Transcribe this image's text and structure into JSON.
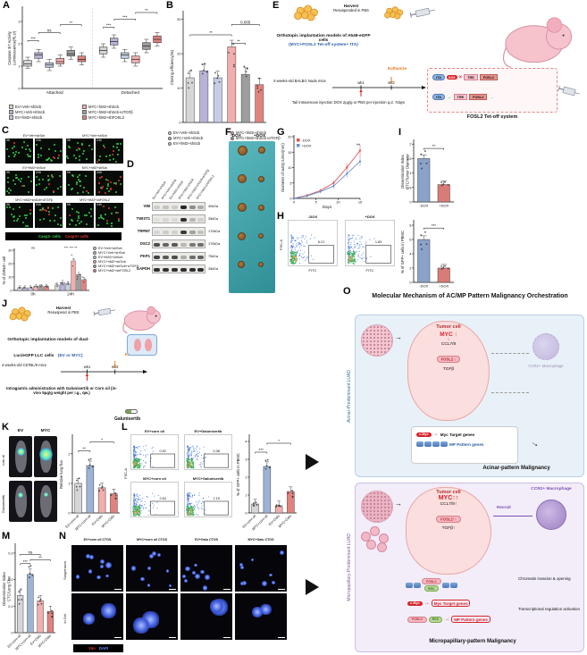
{
  "groups6": [
    {
      "label": "EV+Veh+shScb",
      "color": "#d6d6d6"
    },
    {
      "label": "MYC+Veh+shScb",
      "color": "#b9b3d8"
    },
    {
      "label": "EV+hM2+shScb",
      "color": "#c4cde4"
    },
    {
      "label": "MYC+hM2+shScb",
      "color": "#f2aeae"
    },
    {
      "label": "MYC+hM2+shScb+αTGFβ",
      "color": "#9e9e9e"
    },
    {
      "label": "MYC+hM2+shFOSL2",
      "color": "#e2827d"
    }
  ],
  "colors4": [
    "#d6d6d6",
    "#9db3d6",
    "#f2aeae",
    "#e2827d"
  ],
  "panelA": {
    "label": "A"
  },
  "panelB": {
    "label": "B"
  },
  "panelC": {
    "label": "C",
    "conditions": [
      "EV+Veh+shScb",
      "MYC+Veh+shScb",
      "EV+hM2+shScb",
      "MYC+hM2+shScb",
      "MYC+hM2+shScb+αTGFβ",
      "MYC+hM2+shFOSL2"
    ],
    "timepoints": [
      "0h",
      "24h"
    ],
    "legend_neg": "Casp3- cells",
    "legend_pos": "Casp3+ cells",
    "ylabel": "% of dsRed+ cell"
  },
  "panelD": {
    "label": "D",
    "lanes": [
      "EV+Veh+shScb",
      "MYC+Veh+shScb",
      "EV+hM2+shScb",
      "MYC+hM2+shScb",
      "MYC+hM2+shScb+αTGFβ",
      "MYC+hM2+shFOSL2"
    ],
    "rows": [
      {
        "name": "VIM",
        "kda": "40kDa",
        "bands": [
          0.15,
          0.2,
          0.15,
          0.95,
          0.45,
          0.3
        ]
      },
      {
        "name": "TWIST1",
        "kda": "35kDa",
        "bands": [
          0.05,
          0.1,
          0.08,
          0.9,
          0.25,
          0.12
        ]
      },
      {
        "name": "TRPM7",
        "kda": "170kDa",
        "bands": [
          0.1,
          0.15,
          0.12,
          0.85,
          0.35,
          0.2
        ]
      },
      {
        "name": "DSC2",
        "kda": "170kDa",
        "bands": [
          0.75,
          0.65,
          0.7,
          0.25,
          0.55,
          0.6
        ]
      },
      {
        "name": "PKP1",
        "kda": "75kDa",
        "bands": [
          0.8,
          0.7,
          0.75,
          0.3,
          0.6,
          0.65
        ]
      },
      {
        "name": "GAPDH",
        "kda": "35kDa",
        "bands": [
          0.9,
          0.9,
          0.9,
          0.9,
          0.9,
          0.9
        ]
      }
    ]
  },
  "panelE": {
    "label": "E",
    "bold1": "Orthotopic implantation models of A549-eGFP cells",
    "bold2": "(MYC+FOSL2 Tet-off system+ tTA)",
    "mice": "4-weeks-old BALB/c Nude mice",
    "harvest": "Harvest",
    "resuspend": "Resuspended in PBS",
    "euthanize": "Euthanize",
    "wk1": "wk1",
    "wk2": "wk2",
    "injection": "Tail intravenous injection DOX 2μg/g or PBS per injection q.d. 7days",
    "tet_caption": "FOSL2 Tet-off system",
    "tre": "TRE",
    "fosl2": "FOSL2",
    "tta": "tTA",
    "dox": "DOX"
  },
  "panelF": {
    "label": "F",
    "col1": "-DOX",
    "col2": "+DOX"
  },
  "panelG": {
    "label": "G"
  },
  "panelH": {
    "label": "H",
    "xlabel": "FITC",
    "ylabel": "FSC-A",
    "panels": [
      {
        "title": "-DOX",
        "gate": "6.21"
      },
      {
        "title": "+DOX",
        "gate": "1.83"
      }
    ]
  },
  "panelI": {
    "label": "I"
  },
  "panelJ": {
    "label": "J",
    "harvest": "Harvest",
    "resuspend": "Resuspend in PBS",
    "bold1": "Orthotopic implantation models of dual-Luc/eGFP LLC cells",
    "bold2": "(EV or MYC)",
    "mice": "4-weeks-old C57BL/6 mice",
    "wk1": "wk1",
    "wk2": "wk2",
    "euthanize": "Euthanize",
    "admin": "Intragastric administration with Galunisertib or Corn oil (in-vivo 5μg/g weight per i.g., qw.)",
    "drug": "Galunisertib"
  },
  "panelK": {
    "label": "K",
    "cols": [
      "EV",
      "MYC"
    ],
    "rows": [
      "corn oil",
      "Galunisertib"
    ]
  },
  "panelL": {
    "label": "L",
    "ylabel": "FSC-A",
    "flow": [
      {
        "title": "EV+corn oil",
        "gate": "0.52"
      },
      {
        "title": "EV+Galunisertib",
        "gate": "0.38"
      },
      {
        "title": "MYC+corn oil",
        "gate": "2.64"
      },
      {
        "title": "MYC+Galunisertib",
        "gate": "1.15"
      }
    ]
  },
  "panelM": {
    "label": "M"
  },
  "panelN": {
    "label": "N",
    "columns": [
      "EV+corn oil CTOS",
      "MYC+corn oil CTOS",
      "EV+Galu CTOS",
      "MYC+Galu CTOS"
    ],
    "rows": [
      "Suspension",
      "In Gel"
    ],
    "legend_vim": "Vim",
    "legend_dapi": "DAPI"
  },
  "panelO": {
    "label": "O",
    "title": "Molecular Mechanism of AC/MP Pattern Malignancy Orchestration",
    "top": {
      "side": "Acinar-Predominant LUAD",
      "tumor_cell": "Tumor cell",
      "myc": "MYC ↑",
      "ccl": "CCL7/8",
      "fosl2": "FOSL2 ↓",
      "tgfb": "TGFβ",
      "macrophage": "CCR2+ Macrophage",
      "cmyc": "c-Myc",
      "myc_genes": "Myc Target genes",
      "mp_genes": "MP Pattern genes",
      "outcome": "Acinar-pattern Malignancy"
    },
    "bottom": {
      "side": "Micropapillary-Predominant LUAD",
      "tumor_cell": "Tumor cell",
      "myc": "MYC↑↑",
      "ccl": "CCL7/8↑",
      "fosl2": "FOSL2↑↑",
      "tgfb": "TGFβ↑",
      "recruit": "Recruit",
      "macrophage": "CCR2+ Macrophage",
      "fosl2_oval": "FOSL2",
      "rsc": "RSC",
      "cmyc": "c-Myc",
      "chromatin": "Chromatin invasion & opening",
      "myc_genes": "Myc Target genes",
      "mp_genes": "MP Pattern genes",
      "transcription": "Transcriptional regulation activation",
      "outcome": "Micropapillary-pattern Malignancy"
    }
  },
  "chart_data": [
    {
      "id": "caspase",
      "type": "box",
      "ylabel": [
        "Caspase 3/7 Activity",
        "Luminescence(RLU)"
      ],
      "ylim": [
        0,
        3.6
      ],
      "yticks": [
        0,
        1,
        2,
        3
      ],
      "group_labels": [
        "Attached",
        "Detached"
      ],
      "colors_ref": "groups6",
      "boxes": [
        [
          [
            0.9,
            1.0,
            1.1,
            1.25,
            1.4
          ],
          [
            1.2,
            1.35,
            1.5,
            1.6,
            1.75
          ],
          [
            0.8,
            0.95,
            1.05,
            1.15,
            1.3
          ],
          [
            1.0,
            1.1,
            1.2,
            1.35,
            1.5
          ],
          [
            1.3,
            1.45,
            1.55,
            1.7,
            1.85
          ],
          [
            1.05,
            1.2,
            1.3,
            1.45,
            1.6
          ]
        ],
        [
          [
            1.4,
            1.55,
            1.7,
            1.85,
            2.0
          ],
          [
            1.8,
            1.95,
            2.1,
            2.25,
            2.4
          ],
          [
            1.2,
            1.35,
            1.5,
            1.6,
            1.75
          ],
          [
            1.0,
            1.15,
            1.3,
            1.45,
            1.6
          ],
          [
            1.6,
            1.75,
            1.9,
            2.05,
            2.2
          ],
          [
            1.9,
            2.05,
            2.2,
            2.35,
            2.5
          ]
        ]
      ],
      "sig": [
        {
          "a": 0,
          "b": 1,
          "y": 2.15,
          "l": "***"
        },
        {
          "a": 1,
          "b": 3,
          "y": 2.5,
          "l": "ns"
        },
        {
          "a": 3,
          "b": 5,
          "y": 2.85,
          "l": "**"
        },
        {
          "a": 6,
          "b": 7,
          "y": 2.75,
          "l": "***"
        },
        {
          "a": 7,
          "b": 9,
          "y": 3.1,
          "l": "***"
        },
        {
          "a": 9,
          "b": 11,
          "y": 3.4,
          "l": "**"
        }
      ]
    },
    {
      "id": "cloning",
      "type": "bar",
      "ylabel": "Cloning efficiency(%)",
      "ylim": [
        0,
        32
      ],
      "yticks": [
        0,
        10,
        20,
        30
      ],
      "values": [
        13,
        15,
        13,
        22,
        14,
        11
      ],
      "colors_ref": "groups6",
      "dots": true,
      "sig": [
        {
          "a": 0,
          "b": 3,
          "y": 25.5,
          "l": "**"
        },
        {
          "a": 3,
          "b": 4,
          "y": 23,
          "l": "**"
        },
        {
          "a": 3,
          "b": 5,
          "y": 28.5,
          "l": "0.005"
        }
      ]
    },
    {
      "id": "dsred",
      "type": "groupbar",
      "ylabel": "% of dsRed+ cell",
      "ylim": [
        0,
        30
      ],
      "yticks": [
        0,
        10,
        20,
        30
      ],
      "groups": [
        "0h",
        "24h"
      ],
      "colors_ref": "groups6",
      "values": [
        [
          2,
          4
        ],
        [
          2,
          6
        ],
        [
          2,
          5
        ],
        [
          3,
          22
        ],
        [
          3,
          12
        ],
        [
          3,
          8
        ]
      ],
      "topnotes": [
        {
          "g": 0,
          "text": "ns"
        },
        {
          "g": 1,
          "text": "***  ***  **"
        }
      ]
    },
    {
      "id": "growth",
      "type": "line",
      "ylabel": "Diameter of subQ tumor(mm)",
      "xlabel": "Days",
      "ylim": [
        0,
        20
      ],
      "yticks": [
        0,
        5,
        10,
        15,
        20
      ],
      "x": [
        0,
        3,
        6,
        9,
        12,
        15
      ],
      "xticks": [
        0,
        5,
        10,
        15
      ],
      "sig": "**",
      "series": [
        {
          "name": "-DOX",
          "color": "#d9534f",
          "values": [
            0,
            1,
            2.5,
            5,
            10,
            15.5
          ]
        },
        {
          "name": "+DOX",
          "color": "#6f8fc9",
          "values": [
            0,
            0.8,
            2.2,
            4,
            8,
            12
          ]
        }
      ]
    },
    {
      "id": "dissem_dox",
      "type": "bar",
      "ylabel": [
        "Dissemination Index",
        "CTC/Tumor Diameter"
      ],
      "ylim": [
        0,
        2.1
      ],
      "yticks": [
        0,
        0.5,
        1,
        1.5,
        2
      ],
      "categories": [
        "-DOX",
        "+DOX"
      ],
      "values": [
        1.5,
        0.6
      ],
      "colors": [
        "#8aa2c8",
        "#d97b76"
      ],
      "dots": true,
      "sig": [
        {
          "a": 0,
          "b": 1,
          "y": 1.85,
          "l": "**"
        }
      ]
    },
    {
      "id": "gfp_dox",
      "type": "bar",
      "ylabel": "% of GFP+ cells in PBMC",
      "ylim": [
        0,
        8.5
      ],
      "yticks": [
        0,
        2,
        4,
        6,
        8
      ],
      "categories": [
        "-DOX",
        "+DOX"
      ],
      "values": [
        6,
        2
      ],
      "colors": [
        "#8aa2c8",
        "#d97b76"
      ],
      "dots": true,
      "sig": [
        {
          "a": 0,
          "b": 1,
          "y": 7.6,
          "l": "***"
        }
      ]
    },
    {
      "id": "lung_flux",
      "type": "bar",
      "ylabel": "Relative lung flux",
      "ylim": [
        0,
        2.6
      ],
      "yticks": [
        0,
        1,
        2
      ],
      "categories": [
        "EV+corn oil",
        "MYC+corn oil",
        "EV+Galu",
        "MYC+Galu"
      ],
      "values": [
        1.0,
        1.6,
        0.85,
        0.65
      ],
      "colors_ref": "colors4",
      "dots": true,
      "rot": true,
      "sig": [
        {
          "a": 0,
          "b": 1,
          "y": 2.1,
          "l": "**"
        },
        {
          "a": 1,
          "b": 3,
          "y": 2.4,
          "l": "*"
        }
      ]
    },
    {
      "id": "gfp_pbmc",
      "type": "bar",
      "ylabel": "% of GFP+ cells in PBMC",
      "ylim": [
        0,
        4.3
      ],
      "yticks": [
        0,
        1,
        2,
        3,
        4
      ],
      "categories": [
        "EV+corn oil",
        "MYC+corn oil",
        "EV+Galu",
        "MYC+Galu"
      ],
      "values": [
        0.5,
        2.6,
        0.4,
        1.2
      ],
      "colors_ref": "colors4",
      "dots": true,
      "rot": true,
      "sig": [
        {
          "a": 0,
          "b": 1,
          "y": 3.4,
          "l": "***"
        },
        {
          "a": 1,
          "b": 3,
          "y": 3.9,
          "l": "*"
        }
      ]
    },
    {
      "id": "dissem_lung",
      "type": "bar",
      "ylabel": [
        "Dissemination Index",
        "CTC/Lung Flux"
      ],
      "ylim": [
        0,
        0.33
      ],
      "yticks": [
        0,
        0.1,
        0.2,
        0.3
      ],
      "categories": [
        "EV+corn oil",
        "MYC+corn oil",
        "EV+Galu",
        "MYC+Galu"
      ],
      "values": [
        0.14,
        0.22,
        0.12,
        0.08
      ],
      "colors_ref": "colors4",
      "dots": true,
      "rot": true,
      "sig": [
        {
          "a": 0,
          "b": 1,
          "y": 0.26,
          "l": "***"
        },
        {
          "a": 0,
          "b": 2,
          "y": 0.295,
          "l": "ns"
        },
        {
          "a": 1,
          "b": 3,
          "y": 0.275,
          "l": "**"
        }
      ]
    }
  ]
}
